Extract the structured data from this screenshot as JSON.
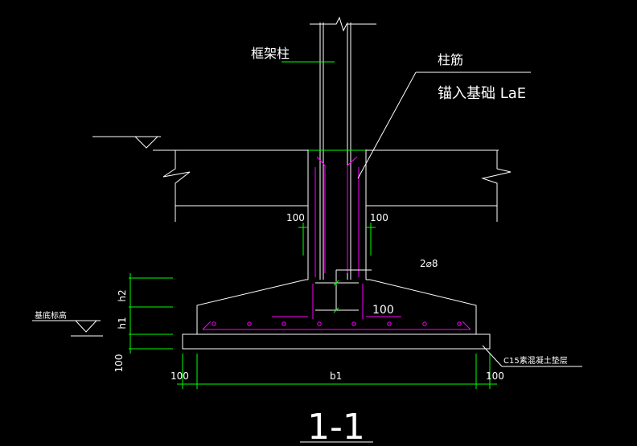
{
  "labels": {
    "frame_column": "框架柱",
    "column_rebar_line1": "柱筋",
    "column_rebar_line2": "锚入基础 LaE",
    "stirrup": "2⌀8",
    "stirrup_spacing": "100",
    "base_elevation": "基底标高",
    "cushion": "C15素混凝土垫层",
    "section_title": "1-1"
  },
  "dimensions": {
    "left_offset": "100",
    "right_offset": "100",
    "h2": "h2",
    "h1": "h1",
    "cushion_thickness": "100",
    "bottom_left": "100",
    "bottom_right": "100",
    "width": "b1"
  },
  "colors": {
    "background": "#000000",
    "outline": "#ffffff",
    "dimension": "#00ff00",
    "rebar": "#ff00ff"
  }
}
